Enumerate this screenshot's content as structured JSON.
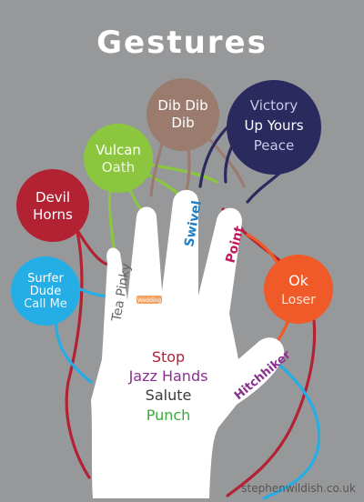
{
  "title": "Gestures",
  "bubbles": {
    "devil": {
      "lines": [
        "Devil",
        "Horns"
      ],
      "color": "#b22233"
    },
    "surfer": {
      "lines": [
        "Surfer",
        "Dude",
        "Call Me"
      ],
      "color": "#25aee6"
    },
    "vulcan": {
      "lines": [
        "Vulcan",
        "Oath"
      ],
      "color": "#8cc63f"
    },
    "dibdib": {
      "lines": [
        "Dib Dib",
        "Dib"
      ],
      "color": "#9b7b6e"
    },
    "victory": {
      "lines": [
        "Victory",
        "Up Yours",
        "Peace"
      ],
      "color": "#2b2a5e"
    },
    "ok": {
      "lines": [
        "Ok",
        "Loser"
      ],
      "color": "#f05a28"
    }
  },
  "finger_labels": {
    "pinky": "Tea Pinky",
    "ring": "Wedding",
    "middle": "Swivel",
    "index": "Point",
    "thumb": "Hitchhiker"
  },
  "palm_labels": [
    {
      "text": "Stop",
      "color": "#b22233"
    },
    {
      "text": "Jazz Hands",
      "color": "#8b2f8f"
    },
    {
      "text": "Salute",
      "color": "#3a3a3a"
    },
    {
      "text": "Punch",
      "color": "#3bab3b"
    }
  ],
  "credit": "stephenwildish.co.uk",
  "colors": {
    "background": "#97989a",
    "hand": "#ffffff",
    "title": "#ffffff",
    "vulcan_line": "#8cc63f",
    "dibdib_line": "#9b7b6e",
    "victory_line": "#2b2a5e",
    "devil_line": "#b22233",
    "ok_line": "#f05a28",
    "surfer_line": "#25aee6"
  }
}
